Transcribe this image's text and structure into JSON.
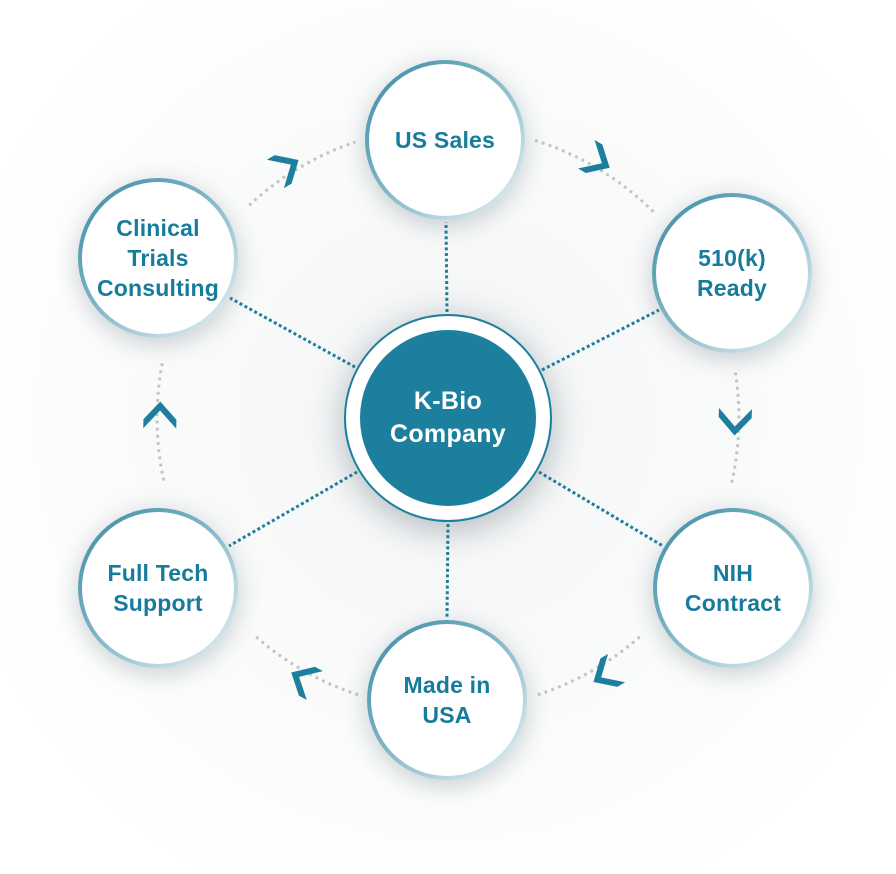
{
  "diagram": {
    "title_none": "",
    "center": {
      "id": "k-bio-company",
      "lines": [
        "K-Bio",
        "Company"
      ]
    },
    "satellites": [
      {
        "id": "us-sales",
        "lines": [
          "US Sales"
        ]
      },
      {
        "id": "510k-ready",
        "lines": [
          "510(k)",
          "Ready"
        ]
      },
      {
        "id": "nih-contract",
        "lines": [
          "NIH",
          "Contract"
        ]
      },
      {
        "id": "made-in-usa",
        "lines": [
          "Made in",
          "USA"
        ]
      },
      {
        "id": "full-tech-support",
        "lines": [
          "Full Tech",
          "Support"
        ]
      },
      {
        "id": "clinical-trials-consulting",
        "lines": [
          "Clinical",
          "Trials",
          "Consulting"
        ]
      }
    ],
    "cycle_arrows": [
      {
        "from": "Clinical Trials Consulting",
        "to": "US Sales"
      },
      {
        "from": "US Sales",
        "to": "510(k) Ready"
      },
      {
        "from": "510(k) Ready",
        "to": "NIH Contract"
      },
      {
        "from": "NIH Contract",
        "to": "Made in USA"
      },
      {
        "from": "Made in USA",
        "to": "Full Tech Support"
      },
      {
        "from": "Full Tech Support",
        "to": "Clinical Trials Consulting"
      }
    ],
    "colors": {
      "teal": "#1d7f9e",
      "label_text": "#177c9c",
      "gray_dots": "#c3c3c3",
      "node_border_dark": "#3a89a5",
      "node_border_light": "#d7e9ef",
      "hub_text": "#ffffff"
    }
  }
}
